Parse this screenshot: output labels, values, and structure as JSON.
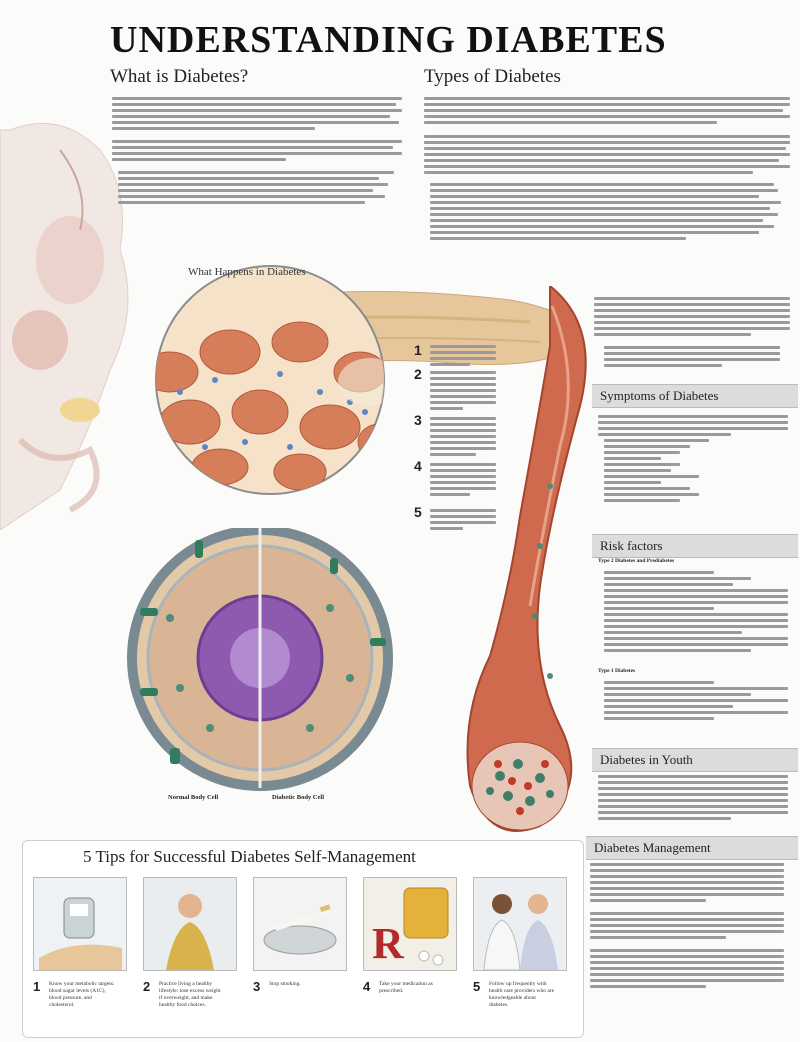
{
  "title": "UNDERSTANDING DIABETES",
  "sections": {
    "what_is": "What is Diabetes?",
    "types": "Types of Diabetes",
    "what_happens": "What Happens in Diabetes",
    "symptoms": "Symptoms of Diabetes",
    "risk": "Risk factors",
    "youth": "Diabetes in Youth",
    "management": "Diabetes Management",
    "tips": "5 Tips for Successful Diabetes Self-Management"
  },
  "risk_sub": {
    "type2": "Type 2 Diabetes and Prediabetes",
    "type1": "Type 1 Diabetes"
  },
  "cell_labels": {
    "normal": "Normal Body Cell",
    "diabetic": "Diabetic Body Cell"
  },
  "steps": [
    "1",
    "2",
    "3",
    "4",
    "5"
  ],
  "tips": [
    {
      "num": "1",
      "text": "Know your metabolic targets: blood sugar levels (A1C), blood pressure, and cholesterol."
    },
    {
      "num": "2",
      "text": "Practice living a healthy lifestyle: lose excess weight if overweight, and make healthy food choices."
    },
    {
      "num": "3",
      "text": "Stop smoking."
    },
    {
      "num": "4",
      "text": "Take your medication as prescribed."
    },
    {
      "num": "5",
      "text": "Follow up frequently with health care providers who are knowledgeable about diabetes."
    }
  ],
  "colors": {
    "bar": "#dcdcdc",
    "vessel": "#c8553d",
    "pancreas": "#e6c79c",
    "cell_ring": "#7a8a93",
    "nucleus": "#8d5ab0"
  }
}
